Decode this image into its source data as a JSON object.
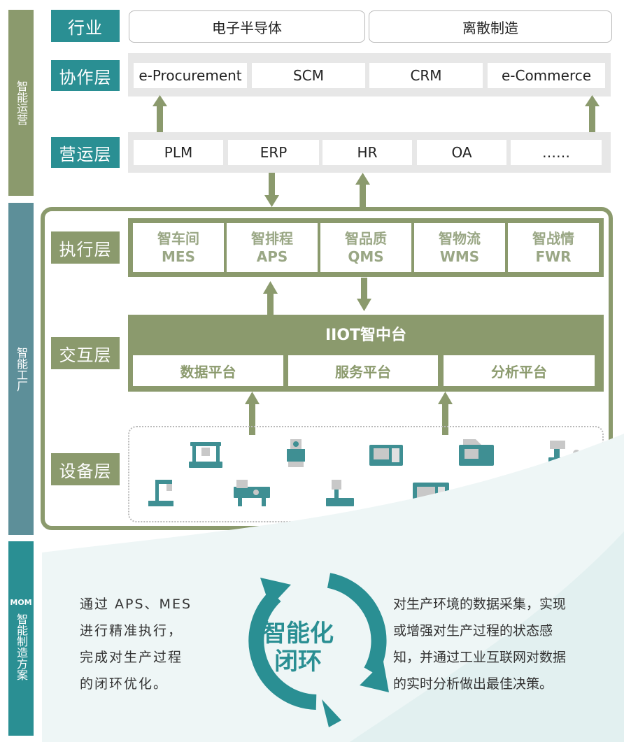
{
  "side_labels": {
    "ops": "智能运营",
    "factory": "智能工厂",
    "mom_prefix": "MOM",
    "mom": "智能制造方案"
  },
  "industry": {
    "tag": "行业",
    "items": [
      "电子半导体",
      "离散制造"
    ]
  },
  "collab": {
    "tag": "协作层",
    "items": [
      "e-Procurement",
      "SCM",
      "CRM",
      "e-Commerce"
    ]
  },
  "operation": {
    "tag": "营运层",
    "items": [
      "PLM",
      "ERP",
      "HR",
      "OA",
      "……"
    ]
  },
  "execution": {
    "tag": "执行层",
    "items": [
      {
        "cn": "智车间",
        "en": "MES"
      },
      {
        "cn": "智排程",
        "en": "APS"
      },
      {
        "cn": "智品质",
        "en": "QMS"
      },
      {
        "cn": "智物流",
        "en": "WMS"
      },
      {
        "cn": "智战情",
        "en": "FWR"
      }
    ]
  },
  "interaction": {
    "tag": "交互层",
    "hub": "IIOT智中台",
    "platforms": [
      "数据平台",
      "服务平台",
      "分析平台"
    ]
  },
  "equipment": {
    "tag": "设备层",
    "icons": [
      "gantry-machine-icon",
      "lab-tester-icon",
      "cnc-cabinet-icon",
      "lathe-icon",
      "milling-machine-icon",
      "drill-press-icon",
      "turning-lathe-icon",
      "robot-arm-icon",
      "control-console-icon",
      "spindle-tool-icon"
    ]
  },
  "closed_loop": {
    "title_line1": "智能化",
    "title_line2": "闭环",
    "left_lines": [
      "通过 APS、MES",
      "进行精准执行，",
      "完成对生产过程",
      "的闭环优化。"
    ],
    "right_lines": [
      "对生产环境的数据采集，实现",
      "或增强对生产过程的状态感",
      "知，并通过工业互联网对数据",
      "的实时分析做出最佳决策。"
    ]
  },
  "colors": {
    "teal": "#2a8f93",
    "olive": "#8b9a6d",
    "steel": "#5d8f99",
    "icon_teal": "#3f8f93"
  }
}
